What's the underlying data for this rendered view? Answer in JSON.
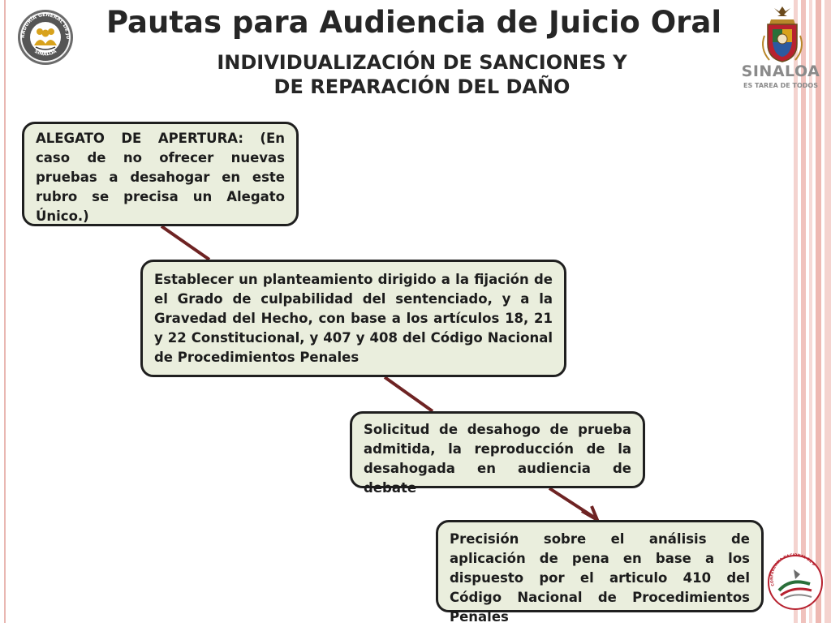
{
  "header": {
    "title": "Pautas para Audiencia de Juicio Oral",
    "subtitle_line1": "INDIVIDUALIZACIÓN DE SANCIONES Y",
    "subtitle_line2": "DE REPARACIÓN DEL DAÑO"
  },
  "logos": {
    "left": {
      "ring_text_top": "PROCURADURÍA GENERAL DE JUSTICIA",
      "ring_text_bottom": "SINALOA"
    },
    "right": {
      "wordmark": "SINALOA",
      "slogan": "ES TAREA DE TODOS"
    },
    "bottom": {
      "ring_text": "CONFERENCIA NACIONAL DE PROCURACIÓN DE JUSTICIA"
    }
  },
  "flow": {
    "steps": [
      "ALEGATO DE APERTURA: (En caso de no ofrecer nuevas pruebas a desahogar en este rubro se precisa un Alegato Único.)",
      "Establecer un planteamiento dirigido a la fijación de el Grado de culpabilidad  del sentenciado, y a la Gravedad del Hecho, con base a los artículos 18, 21 y 22 Constitucional, y 407 y 408 del Código Nacional de Procedimientos Penales",
      "Solicitud de desahogo de prueba admitida, la reproducción de la desahogada en audiencia de debate",
      "Precisión sobre el análisis de aplicación de pena en base a los dispuesto por el articulo 410 del Código Nacional de Procedimientos Penales"
    ]
  },
  "colors": {
    "box_fill": "#eaeedd",
    "box_border": "#1f1f1f",
    "arrow": "#6e2323",
    "stripe_pink": "#f2c9c5"
  }
}
